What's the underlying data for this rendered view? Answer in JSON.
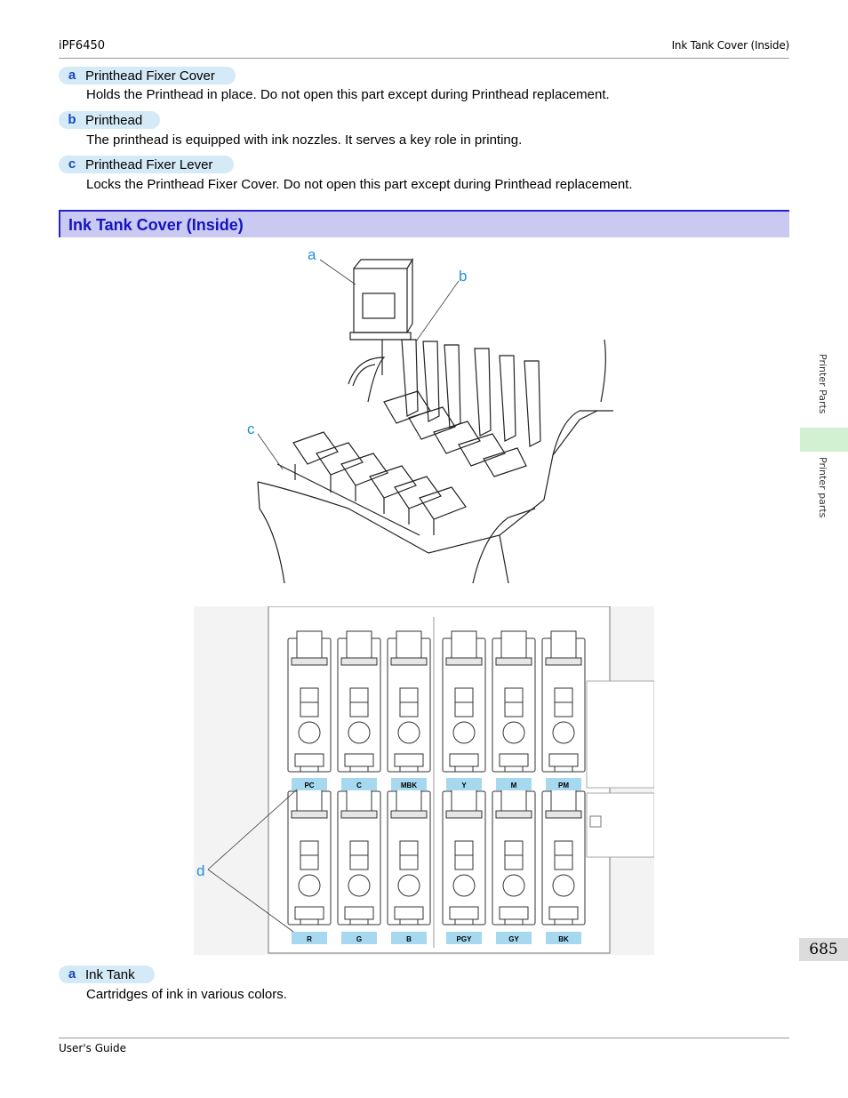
{
  "header": {
    "model": "iPF6450",
    "section_title": "Ink Tank Cover (Inside)"
  },
  "items_top": [
    {
      "letter": "a",
      "label": "Printhead Fixer Cover",
      "description": "Holds the Printhead in place. Do not open this part except during Printhead replacement."
    },
    {
      "letter": "b",
      "label": "Printhead",
      "description": "The printhead is equipped with ink nozzles. It serves a key role in printing."
    },
    {
      "letter": "c",
      "label": "Printhead Fixer Lever",
      "description": "Locks the Printhead Fixer Cover. Do not open this part except during Printhead replacement."
    }
  ],
  "section_heading": "Ink Tank Cover (Inside)",
  "figure1": {
    "callouts": [
      "a",
      "b",
      "c"
    ]
  },
  "figure2": {
    "callout": "d",
    "top_row_labels": [
      "PC",
      "C",
      "MBK",
      "Y",
      "M",
      "PM"
    ],
    "bottom_row_labels": [
      "R",
      "G",
      "B",
      "PGY",
      "GY",
      "BK"
    ]
  },
  "items_bottom": [
    {
      "letter": "a",
      "label": "Ink Tank",
      "description": "Cartridges of ink in various colors."
    }
  ],
  "sidebar": {
    "upper": "Printer Parts",
    "lower": "Printer parts"
  },
  "page_number": "685",
  "footer": "User's Guide",
  "colors": {
    "accent_blue": "#1a49b8",
    "pill_bg": "#d4eaf7",
    "section_bg": "#c9c9f2",
    "label_blue": "#a6d8f0",
    "side_tab": "#d2f0d2"
  }
}
